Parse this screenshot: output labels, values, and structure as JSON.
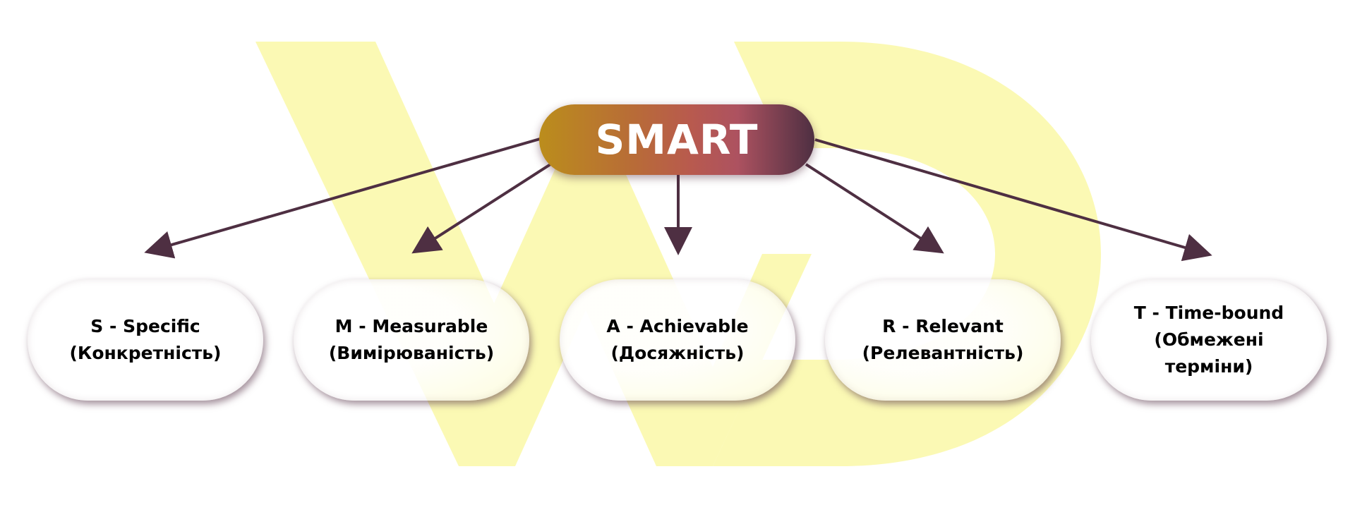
{
  "colors": {
    "arrow": "#4e2f42",
    "watermark": "#fbf9b4"
  },
  "root": {
    "label": "SMART"
  },
  "nodes": [
    {
      "line1": "S - Specific",
      "line2": "(Конкретність)"
    },
    {
      "line1": "M - Measurable",
      "line2": "(Вимірюваність)"
    },
    {
      "line1": "A - Achievable",
      "line2": "(Досяжність)"
    },
    {
      "line1": "R - Relevant",
      "line2": "(Релевантність)"
    },
    {
      "line1": "T - Time-bound",
      "line2": "(Обмежені",
      "line3": "терміни)"
    }
  ]
}
